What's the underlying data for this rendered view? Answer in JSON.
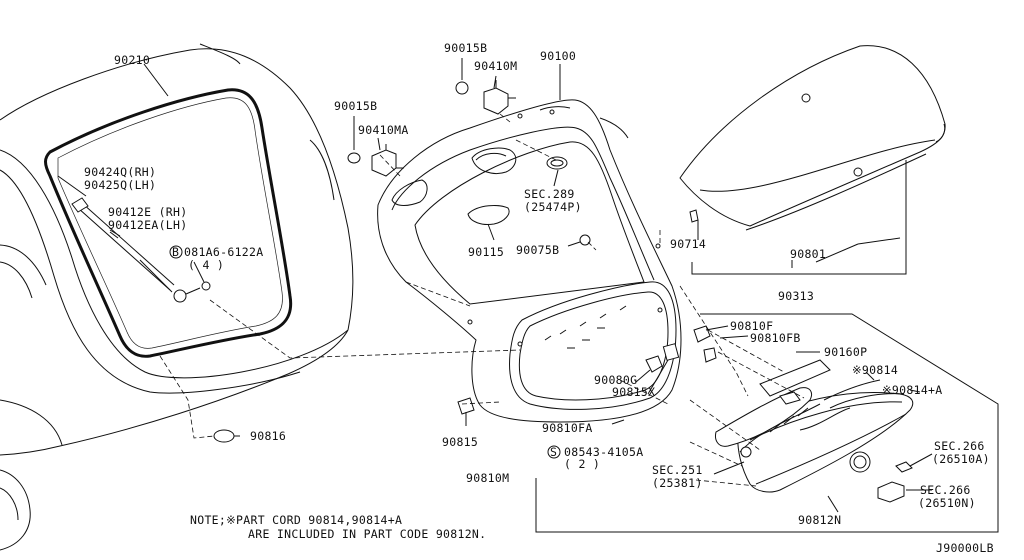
{
  "diagram_code": "J90000LB",
  "note_lines": [
    "NOTE;※PART CORD 90814,90814+A",
    "ARE INCLUDED IN PART CODE 90812N."
  ],
  "parts": [
    {
      "id": "p90210",
      "text": "90210"
    },
    {
      "id": "p90424q",
      "text": "90424Q(RH)"
    },
    {
      "id": "p90425q",
      "text": "90425Q(LH)"
    },
    {
      "id": "p90412e",
      "text": "90412E (RH)"
    },
    {
      "id": "p90412ea",
      "text": "90412EA(LH)"
    },
    {
      "id": "p081a6",
      "text": "081A6-6122A"
    },
    {
      "id": "p081a6q",
      "text": "( 4 )"
    },
    {
      "id": "p90015b1",
      "text": "90015B"
    },
    {
      "id": "p90410ma",
      "text": "90410MA"
    },
    {
      "id": "p90015b2",
      "text": "90015B"
    },
    {
      "id": "p90410m",
      "text": "90410M"
    },
    {
      "id": "p90100",
      "text": "90100"
    },
    {
      "id": "psec289",
      "text": "SEC.289"
    },
    {
      "id": "p25474p",
      "text": "(25474P)"
    },
    {
      "id": "p90115",
      "text": "90115"
    },
    {
      "id": "p90075b",
      "text": "90075B"
    },
    {
      "id": "p90714",
      "text": "90714"
    },
    {
      "id": "p90801",
      "text": "90801"
    },
    {
      "id": "p90313",
      "text": "90313"
    },
    {
      "id": "p90810f",
      "text": "90810F"
    },
    {
      "id": "p90810fb",
      "text": "90810FB"
    },
    {
      "id": "p90160p",
      "text": "90160P"
    },
    {
      "id": "p90814",
      "text": "※90814"
    },
    {
      "id": "p90814a",
      "text": "※90814+A"
    },
    {
      "id": "p90080g",
      "text": "90080G"
    },
    {
      "id": "p90815x",
      "text": "90815X"
    },
    {
      "id": "p90810fa",
      "text": "90810FA"
    },
    {
      "id": "p08543",
      "text": "08543-4105A"
    },
    {
      "id": "p08543q",
      "text": "( 2 )"
    },
    {
      "id": "p90815",
      "text": "90815"
    },
    {
      "id": "p90816",
      "text": "90816"
    },
    {
      "id": "p90810m",
      "text": "90810M"
    },
    {
      "id": "psec251",
      "text": "SEC.251"
    },
    {
      "id": "p25381",
      "text": "(25381)"
    },
    {
      "id": "psec266a",
      "text": "SEC.266"
    },
    {
      "id": "p26510a",
      "text": "(26510A)"
    },
    {
      "id": "psec266n",
      "text": "SEC.266"
    },
    {
      "id": "p26510n",
      "text": "(26510N)"
    },
    {
      "id": "p90812n",
      "text": "90812N"
    }
  ]
}
